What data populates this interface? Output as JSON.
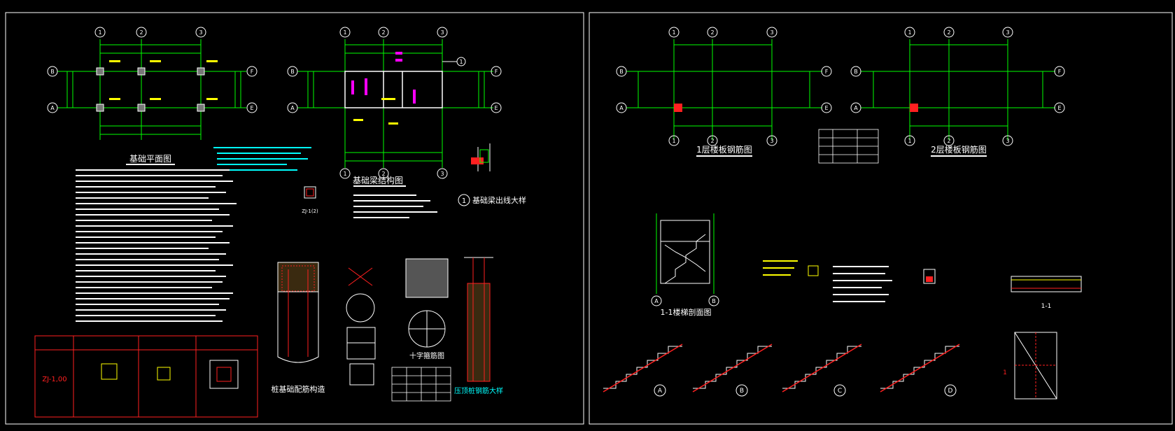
{
  "sheet_left": {
    "foundation_plan": {
      "title": "基础平面图",
      "top_axes": [
        "1",
        "2",
        "3"
      ],
      "side_axes_left": [
        "B",
        "A"
      ],
      "side_axes_right": [
        "F",
        "E"
      ]
    },
    "beam_plan": {
      "title": "基础梁结构图",
      "top_axes": [
        "1",
        "2",
        "3"
      ],
      "bottom_axes": [
        "1",
        "2",
        "3"
      ],
      "side_axes_left": [
        "B",
        "A"
      ],
      "side_axes_right": [
        "F",
        "E"
      ],
      "detail_tag": "1"
    },
    "detail_1": {
      "number": "1",
      "title": "基础梁出线大样"
    },
    "pile_detail_title": "桩基础配筋构造",
    "cross_section_title": "十字箍筋图",
    "pile_top_title": "压顶桩钢筋大样",
    "col_label": "ZJ-1(2)",
    "pile_table": {
      "code": "ZJ-1,00"
    }
  },
  "sheet_right": {
    "plan1": {
      "title": "1层楼板钢筋图",
      "top_axes": [
        "1",
        "2",
        "3"
      ],
      "bottom_axes": [
        "1",
        "2",
        "3"
      ],
      "side_axes_left": [
        "B",
        "A"
      ],
      "side_axes_right": [
        "F",
        "E"
      ]
    },
    "plan2": {
      "title": "2层楼板钢筋图",
      "top_axes": [
        "1",
        "2",
        "3"
      ],
      "bottom_axes": [
        "1",
        "2",
        "3"
      ],
      "side_axes_left": [
        "B",
        "A"
      ],
      "side_axes_right": [
        "F",
        "E"
      ]
    },
    "stair_section": {
      "title": "1-1楼梯剖面图",
      "axis_a": "A",
      "axis_b": "B"
    },
    "stair_types": [
      "A",
      "B",
      "C",
      "D"
    ],
    "section_1_1": "1-1",
    "stair_plan_axis": "1"
  },
  "colors": {
    "background": "#000000",
    "grid": "#00ff00",
    "structure": "#ffffff",
    "rebar": "#ff2020",
    "dimension": "#00ffff",
    "annotation": "#ffff00",
    "tag": "#ff00ff"
  }
}
